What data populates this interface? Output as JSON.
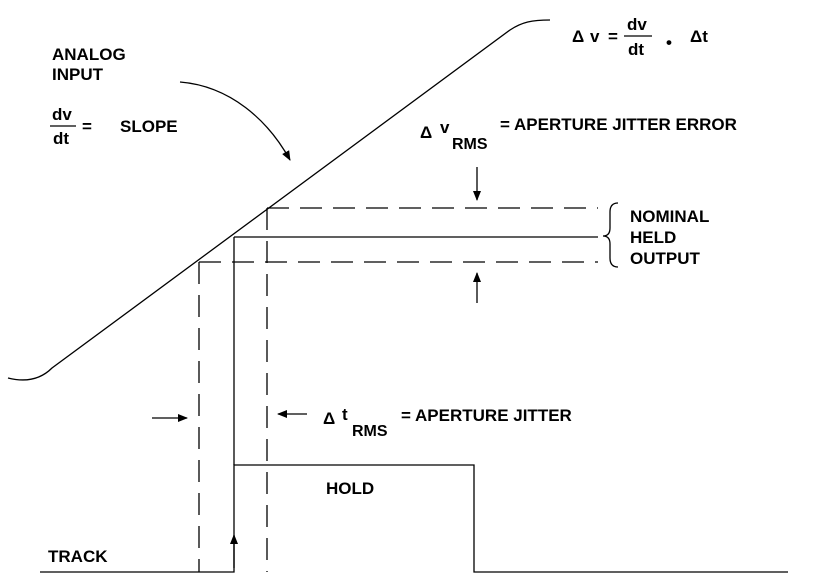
{
  "labels": {
    "analog_input_line1": "ANALOG",
    "analog_input_line2": "INPUT",
    "slope_dv": "dv",
    "slope_dt": "dt",
    "slope_equals": "=",
    "slope_text": "SLOPE",
    "formula_delta": "Δ",
    "formula_v": "v",
    "formula_equals": "=",
    "formula_dv": "dv",
    "formula_dt": "dt",
    "formula_dot": "•",
    "formula_delta_t": "Δt",
    "delta_v_prefix": "Δ",
    "delta_v_v": "v",
    "delta_v_sub": "RMS",
    "delta_v_desc": "=   APERTURE JITTER ERROR",
    "nominal_line1": "NOMINAL",
    "nominal_line2": "HELD",
    "nominal_line3": "OUTPUT",
    "delta_t_prefix": "Δ",
    "delta_t_t": "t",
    "delta_t_sub": "RMS",
    "delta_t_desc": "= APERTURE JITTER",
    "hold": "HOLD",
    "track": "TRACK"
  }
}
